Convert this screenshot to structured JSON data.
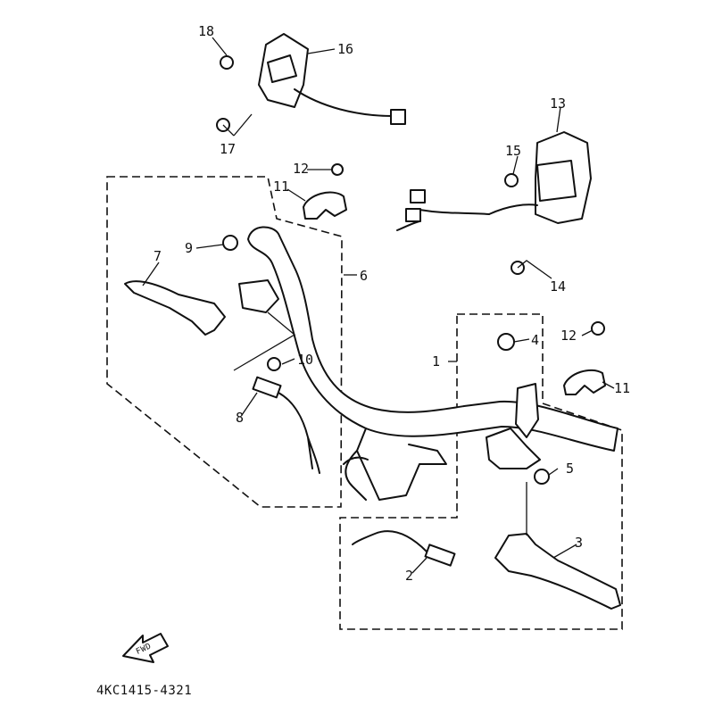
{
  "callouts": {
    "c1": "1",
    "c2": "2",
    "c3": "3",
    "c4": "4",
    "c5": "5",
    "c6": "6",
    "c7": "7",
    "c8": "8",
    "c9": "9",
    "c10": "10",
    "c11a": "11",
    "c11b": "11",
    "c12a": "12",
    "c12b": "12",
    "c13": "13",
    "c14": "14",
    "c15": "15",
    "c16": "16",
    "c17": "17",
    "c18": "18"
  },
  "direction_label": "FWD",
  "diagram_code": "4KC1415-4321"
}
